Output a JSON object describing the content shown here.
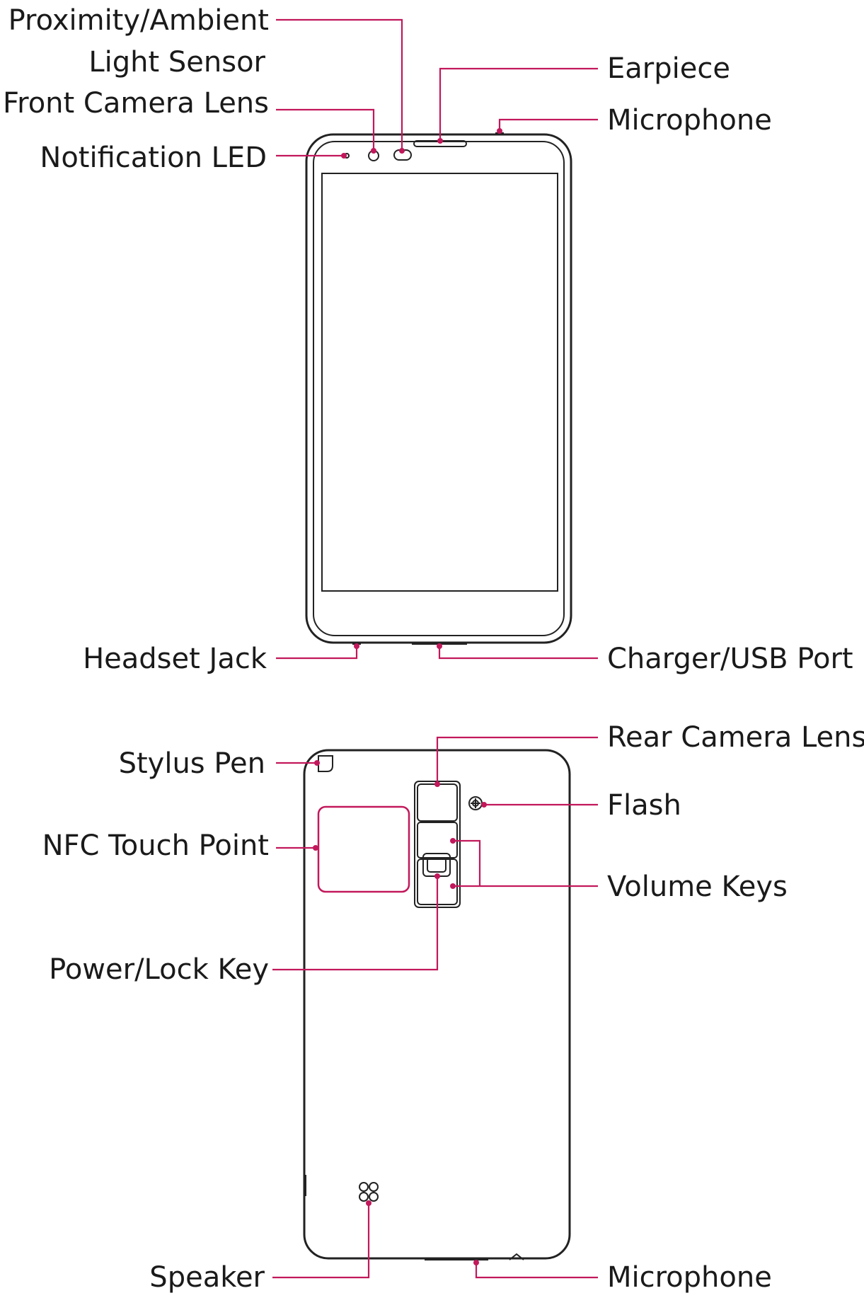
{
  "accent_color": "#c2185b",
  "front_view": {
    "labels": {
      "proximity_line1": "Proximity/Ambient",
      "proximity_line2": "Light Sensor",
      "front_camera": "Front Camera Lens",
      "notification_led": "Notification LED",
      "earpiece": "Earpiece",
      "microphone_top": "Microphone",
      "headset_jack": "Headset Jack",
      "charger_port": "Charger/USB Port"
    }
  },
  "back_view": {
    "labels": {
      "stylus_pen": "Stylus Pen",
      "nfc": "NFC Touch Point",
      "power_key": "Power/Lock Key",
      "speaker": "Speaker",
      "rear_camera": "Rear Camera Lens",
      "flash": "Flash",
      "volume_keys": "Volume Keys",
      "microphone_bottom": "Microphone"
    },
    "icons": {
      "speaker": "speaker-grille-icon",
      "flash": "flash-icon"
    }
  }
}
